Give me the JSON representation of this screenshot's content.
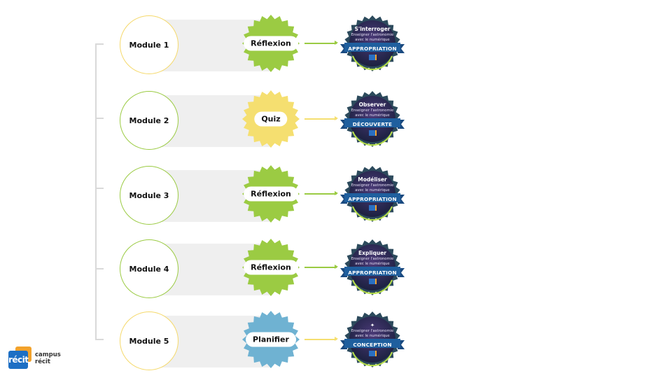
{
  "colors": {
    "green": "#9bcb43",
    "yellow": "#f5df70",
    "blue": "#6fb2d2",
    "badge_dark": "#1f2a4a",
    "ribbon": "#1f5f9e",
    "band": "#efefef",
    "timeline": "#d9d9d9"
  },
  "modules": [
    {
      "label": "Module 1",
      "activity": "Réflexion",
      "activity_color": "green",
      "circle_border": "yellow",
      "badge": {
        "title": "S'interroger",
        "subtitle_1": "Enseigner l'astronomie",
        "subtitle_2": "avec le numérique",
        "level": "APPROPRIATION"
      }
    },
    {
      "label": "Module 2",
      "activity": "Quiz",
      "activity_color": "yellow",
      "circle_border": "green",
      "badge": {
        "title": "Observer",
        "subtitle_1": "Enseigner l'astronomie",
        "subtitle_2": "avec le numérique",
        "level": "DÉCOUVERTE"
      }
    },
    {
      "label": "Module 3",
      "activity": "Réflexion",
      "activity_color": "green",
      "circle_border": "green",
      "badge": {
        "title": "Modéliser",
        "subtitle_1": "Enseigner l'astronomie",
        "subtitle_2": "avec le numérique",
        "level": "APPROPRIATION"
      }
    },
    {
      "label": "Module 4",
      "activity": "Réflexion",
      "activity_color": "green",
      "circle_border": "green",
      "badge": {
        "title": "Expliquer",
        "subtitle_1": "Enseigner l'astronomie",
        "subtitle_2": "avec le numérique",
        "level": "APPROPRIATION"
      }
    },
    {
      "label": "Module 5",
      "activity": "Planifier",
      "activity_color": "blue",
      "circle_border": "yellow",
      "badge": {
        "title": "✦",
        "subtitle_1": "Enseigner l'astronomie",
        "subtitle_2": "avec le numérique",
        "level": "CONCEPTION"
      }
    }
  ],
  "logo": {
    "mark": "récit",
    "line1": "campus",
    "line2": "récit"
  }
}
